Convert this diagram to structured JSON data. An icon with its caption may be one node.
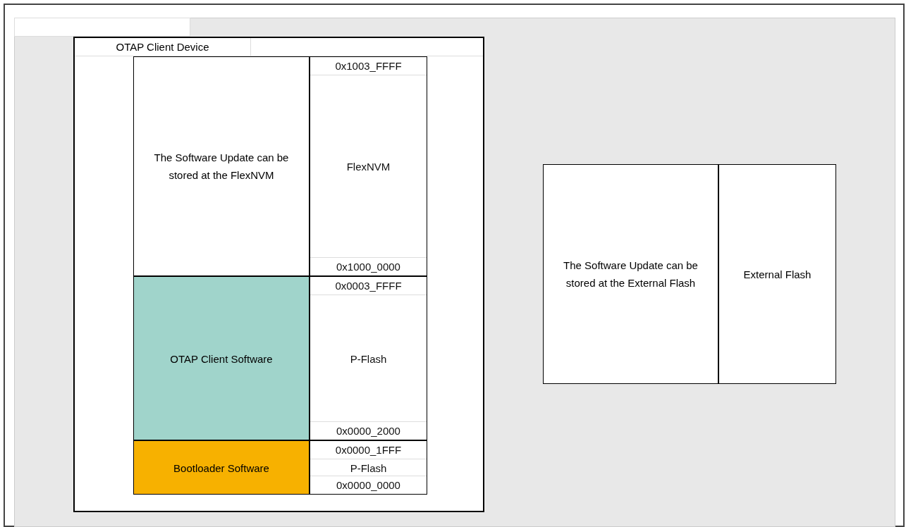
{
  "diagram": {
    "nodes": [
      {
        "text": [
          "OTAP Client Device"
        ]
      },
      {
        "text": [
          "The Software Update can be stored at the FlexNVM"
        ],
        "in": 0
      },
      {
        "text": [
          "0x1003_FFFF",
          "FlexNVM",
          "0x1000_0000"
        ],
        "in": 0
      },
      {
        "text": [
          "OTAP Client Software"
        ],
        "in": 0
      },
      {
        "text": [
          "0x0003_FFFF",
          "P-Flash",
          "0x0000_2000"
        ],
        "in": 0
      },
      {
        "text": [
          "Bootloader Software"
        ],
        "in": 0
      },
      {
        "text": [
          "0x0000_1FFF",
          "P-Flash",
          "0x0000_0000"
        ],
        "in": 0
      },
      {
        "text": [
          "The Software Update can be stored at the External Flash"
        ]
      },
      {
        "text": [
          "External Flash"
        ]
      }
    ]
  }
}
